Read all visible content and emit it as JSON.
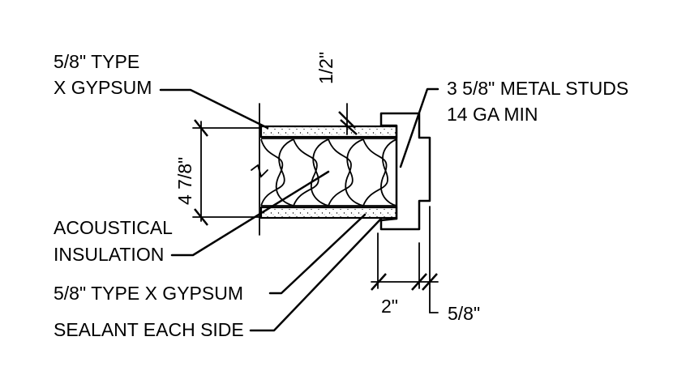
{
  "detail": {
    "labels": {
      "gypsum_top_line1": "5/8\" TYPE",
      "gypsum_top_line2": "X GYPSUM",
      "insulation_line1": "ACOUSTICAL",
      "insulation_line2": "INSULATION",
      "gypsum_bottom": "5/8\" TYPE X GYPSUM",
      "sealant": "SEALANT EACH SIDE",
      "studs_line1": "3 5/8\" METAL STUDS",
      "studs_line2": "14 GA MIN"
    },
    "dimensions": {
      "wall_thickness": "4 7/8\"",
      "gap": "1/2\"",
      "track_width": "2\"",
      "board": "5/8\""
    }
  }
}
